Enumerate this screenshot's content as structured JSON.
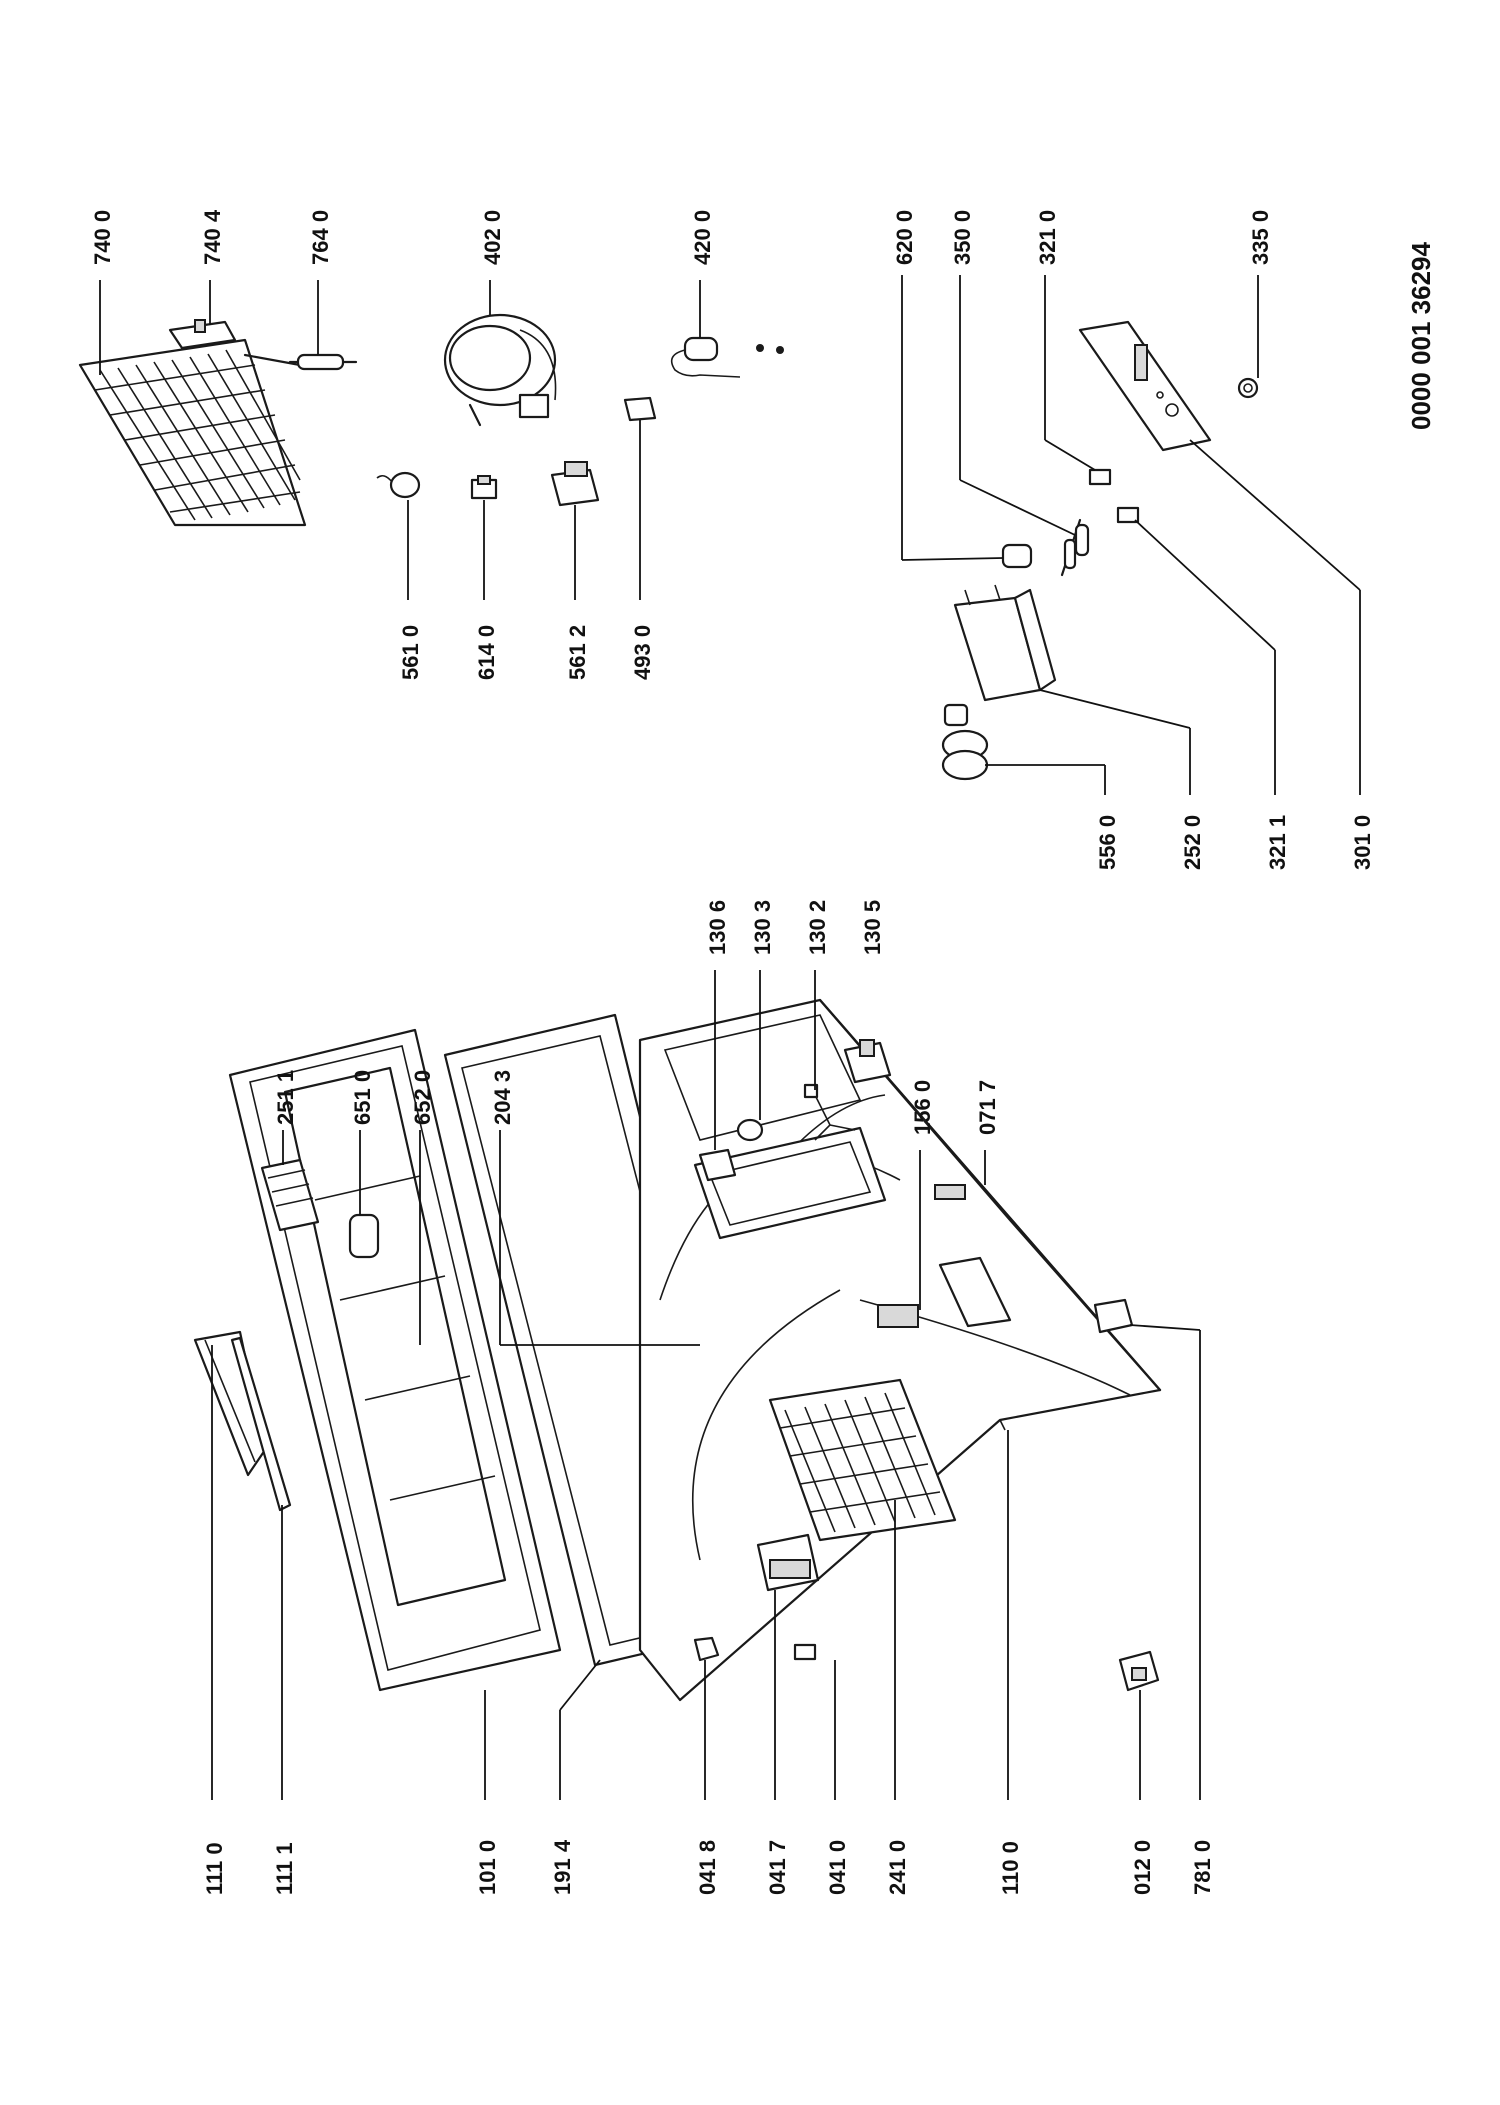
{
  "diagram": {
    "document_code": "0000 001 36294",
    "labels": {
      "l740_0": "740 0",
      "l740_4": "740 4",
      "l764_0": "764 0",
      "l402_0": "402 0",
      "l420_0": "420 0",
      "l561_0": "561 0",
      "l614_0": "614 0",
      "l561_2": "561 2",
      "l493_0": "493 0",
      "l620_0": "620 0",
      "l350_0": "350 0",
      "l321_0": "321 0",
      "l335_0": "335 0",
      "l556_0": "556 0",
      "l252_0": "252 0",
      "l321_1": "321 1",
      "l301_0": "301 0",
      "l130_6": "130 6",
      "l130_3": "130 3",
      "l130_2": "130 2",
      "l130_5": "130 5",
      "l251_1": "251 1",
      "l651_0": "651 0",
      "l652_0": "652 0",
      "l204_3": "204 3",
      "l156_0": "156 0",
      "l071_7": "071 7",
      "l111_0": "111 0",
      "l111_1": "111 1",
      "l101_0": "101 0",
      "l191_4": "191 4",
      "l041_8": "041 8",
      "l041_7": "041 7",
      "l041_0": "041 0",
      "l241_0": "241 0",
      "l110_0": "110 0",
      "l012_0": "012 0",
      "l781_0": "781 0"
    }
  }
}
